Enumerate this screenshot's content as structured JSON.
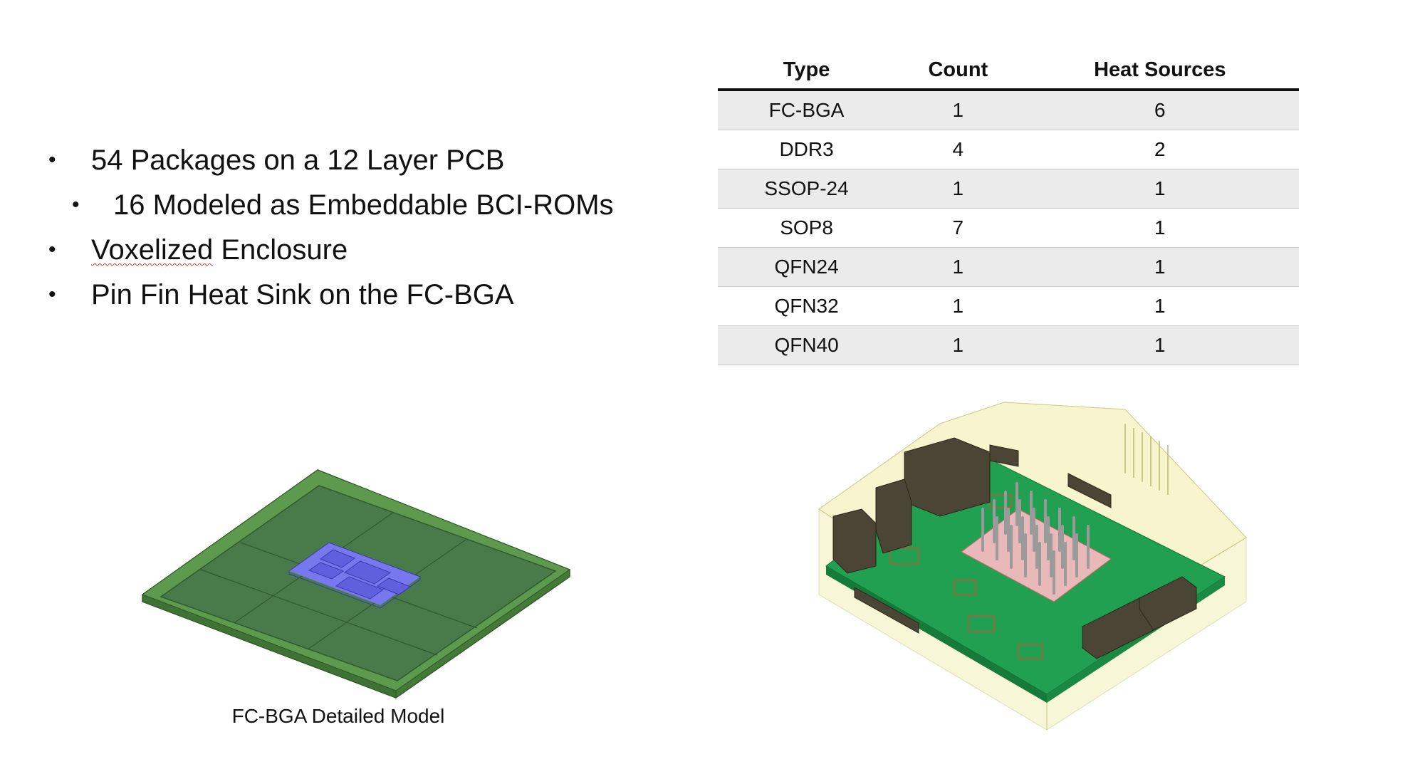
{
  "bullets": [
    {
      "level": 1,
      "text": "54 Packages on a 12 Layer PCB"
    },
    {
      "level": 2,
      "text": "16 Modeled as Embeddable BCI-ROMs"
    },
    {
      "level": 1,
      "pre": "Voxelized",
      "post": " Enclosure"
    },
    {
      "level": 1,
      "text": "Pin Fin Heat Sink on the FC-BGA"
    }
  ],
  "table": {
    "headers": [
      "Type",
      "Count",
      "Heat Sources"
    ],
    "rows": [
      [
        "FC-BGA",
        "1",
        "6"
      ],
      [
        "DDR3",
        "4",
        "2"
      ],
      [
        "SSOP-24",
        "1",
        "1"
      ],
      [
        "SOP8",
        "7",
        "1"
      ],
      [
        "QFN24",
        "1",
        "1"
      ],
      [
        "QFN32",
        "1",
        "1"
      ],
      [
        "QFN40",
        "1",
        "1"
      ]
    ]
  },
  "figures": {
    "left_caption": "FC-BGA Detailed Model",
    "colors": {
      "substrate": "#5e9a4e",
      "die": "#7777ee",
      "pcb": "#22a052",
      "enclosure": "#f2f0b8",
      "components": "#4a4535",
      "heatsink": "#bbbbbb"
    }
  }
}
